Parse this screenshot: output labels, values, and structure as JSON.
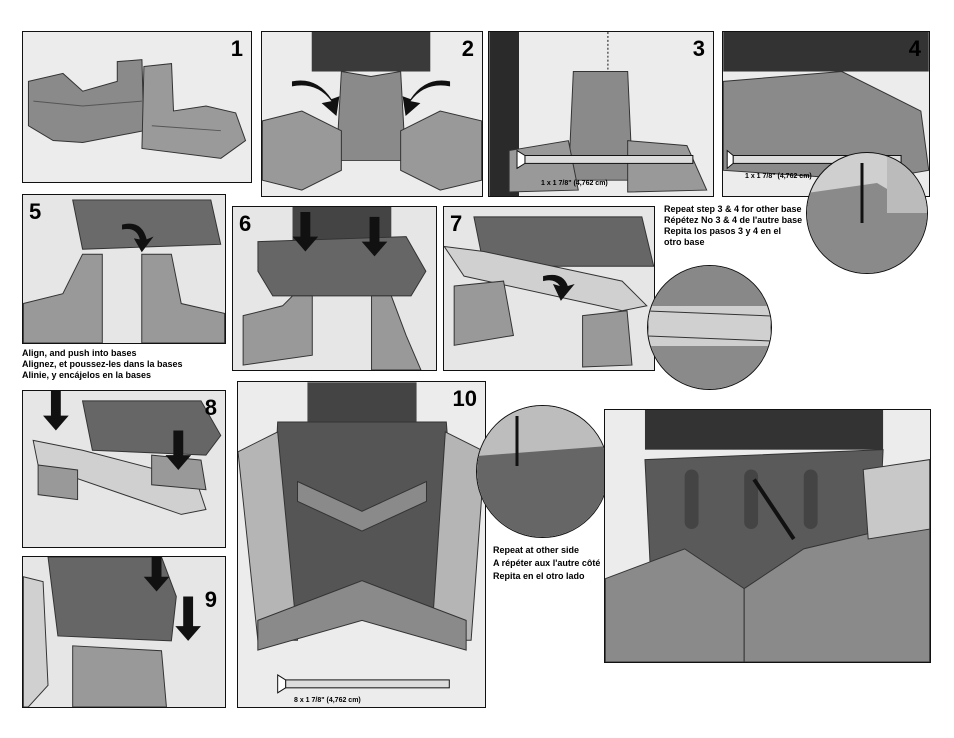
{
  "steps": {
    "s1": "1",
    "s2": "2",
    "s3": "3",
    "s4": "4",
    "s5": "5",
    "s6": "6",
    "s7": "7",
    "s8": "8",
    "s9": "9",
    "s10": "10"
  },
  "screws": {
    "step3": "1 x 1 7/8\" (4,762 cm)",
    "step4": "1 x 1 7/8\" (4,762 cm)",
    "step10": "8 x 1 7/8\" (4,762 cm)"
  },
  "captions": {
    "repeat_en": "Repeat step 3 & 4 for other base",
    "repeat_fr": "Répétez No 3 & 4 de l'autre base",
    "repeat_es": "Repita los pasos 3 y 4 en el otro base",
    "align_en": "Align, and push into bases",
    "align_fr": "Alignez, et poussez-les dans la bases",
    "align_es": "Alinie, y encájelos en la bases",
    "other_en": "Repeat at other side",
    "other_fr": "A répéter aux  l'autre côté",
    "other_es": "Repita en el otro lado"
  }
}
